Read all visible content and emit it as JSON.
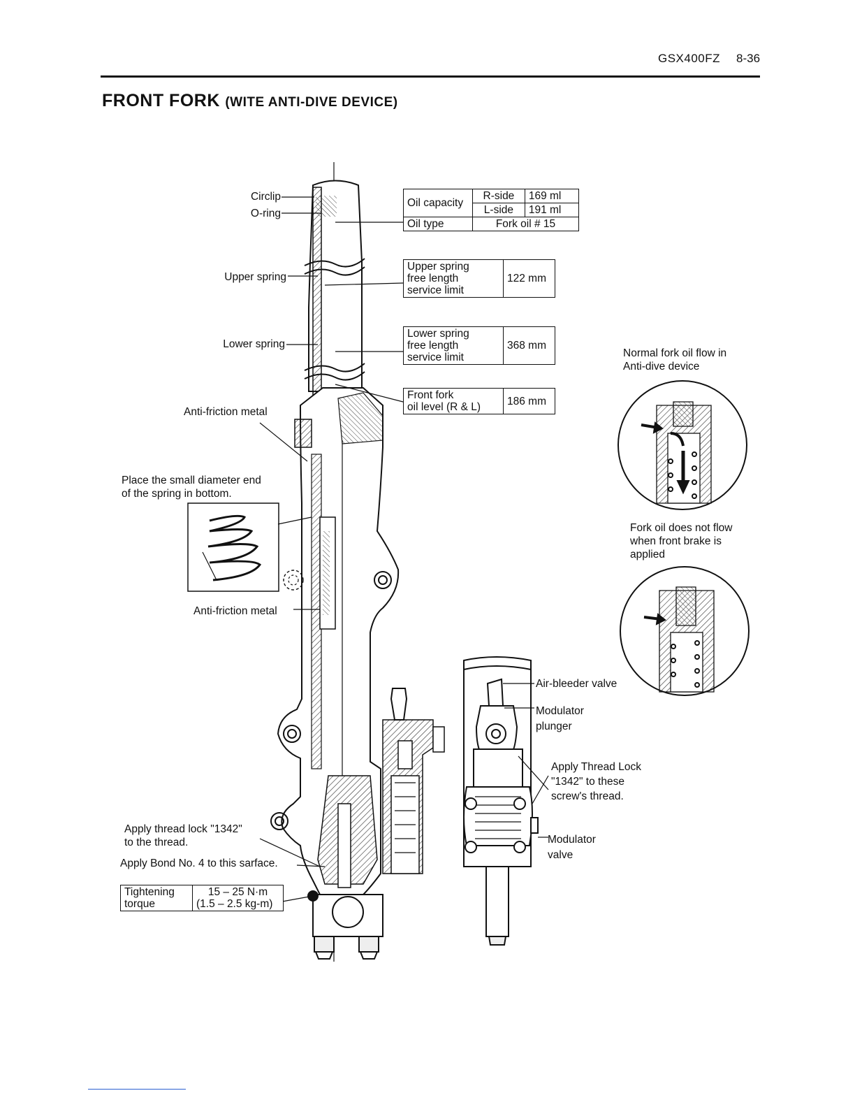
{
  "header": {
    "model": "GSX400FZ",
    "page": "8-36"
  },
  "title": {
    "main": "FRONT FORK",
    "sub": "(WITE ANTI-DIVE DEVICE)"
  },
  "labels": {
    "circlip": "Circlip",
    "o_ring": "O-ring",
    "upper_spring": "Upper spring",
    "lower_spring": "Lower spring",
    "anti_friction_metal_1": "Anti-friction metal",
    "anti_friction_metal_2": "Anti-friction metal",
    "spring_note": [
      "Place the small diameter end",
      "of the spring in bottom."
    ],
    "thread_lock_note": [
      "Apply thread lock \"1342\"",
      "to the thread."
    ],
    "bond_note": "Apply Bond No. 4 to this sarface.",
    "air_bleeder": "Air-bleeder valve",
    "modulator_plunger": [
      "Modulator",
      "plunger"
    ],
    "apply_thread_lock": [
      "Apply Thread Lock",
      "\"1342\" to these",
      "screw's thread."
    ],
    "modulator_valve": [
      "Modulator",
      "valve"
    ],
    "normal_flow": [
      "Normal fork oil flow in",
      "Anti-dive device"
    ],
    "no_flow": [
      "Fork oil does not flow",
      "when front brake is",
      "applied"
    ]
  },
  "tables": {
    "oil": {
      "capacity_label": "Oil capacity",
      "r_side": "R-side",
      "r_value": "169 ml",
      "l_side": "L-side",
      "l_value": "191 ml",
      "type_label": "Oil type",
      "type_value": "Fork oil # 15"
    },
    "upper_spring": {
      "label": [
        "Upper spring",
        "free length",
        "service limit"
      ],
      "value": "122 mm"
    },
    "lower_spring": {
      "label": [
        "Lower spring",
        "free length",
        "service limit"
      ],
      "value": "368 mm"
    },
    "oil_level": {
      "label": [
        "Front fork",
        "oil level (R & L)"
      ],
      "value": "186 mm"
    },
    "torque": {
      "label": [
        "Tightening",
        "torque"
      ],
      "value": [
        "15 – 25 N·m",
        "(1.5 – 2.5 kg-m)"
      ]
    }
  }
}
